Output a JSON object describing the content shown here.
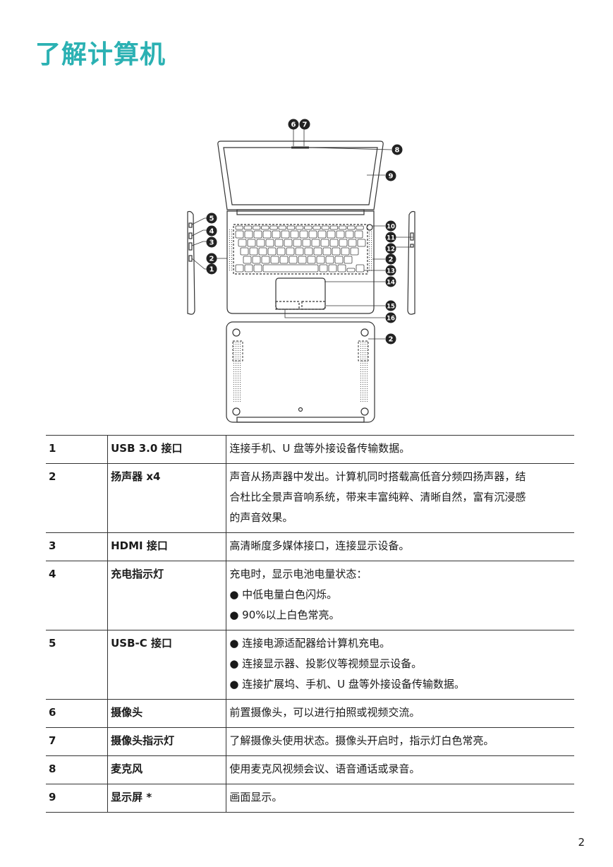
{
  "page": {
    "title": "了解计算机",
    "page_number": "2"
  },
  "diagram": {
    "callouts": [
      "1",
      "2",
      "3",
      "4",
      "5",
      "6",
      "7",
      "8",
      "9",
      "10",
      "11",
      "12",
      "13",
      "14",
      "15",
      "16"
    ]
  },
  "rows": [
    {
      "num": "1",
      "name": "USB 3.0 接口",
      "desc": [
        "连接手机、U 盘等外接设备传输数据。"
      ]
    },
    {
      "num": "2",
      "name": "扬声器 x4",
      "desc": [
        "声音从扬声器中发出。计算机同时搭载高低音分频四扬声器，结",
        "合杜比全景声音响系统，带来丰富纯粹、清晰自然，富有沉浸感",
        "的声音效果。"
      ]
    },
    {
      "num": "3",
      "name": "HDMI 接口",
      "desc": [
        "高清晰度多媒体接口，连接显示设备。"
      ]
    },
    {
      "num": "4",
      "name": "充电指示灯",
      "desc": [
        "充电时，显示电池电量状态：",
        "● 中低电量白色闪烁。",
        "● 90%以上白色常亮。"
      ]
    },
    {
      "num": "5",
      "name": "USB-C 接口",
      "desc": [
        "● 连接电源适配器给计算机充电。",
        "● 连接显示器、投影仪等视频显示设备。",
        "● 连接扩展坞、手机、U 盘等外接设备传输数据。"
      ]
    },
    {
      "num": "6",
      "name": "摄像头",
      "desc": [
        "前置摄像头，可以进行拍照或视频交流。"
      ]
    },
    {
      "num": "7",
      "name": "摄像头指示灯",
      "desc": [
        "了解摄像头使用状态。摄像头开启时，指示灯白色常亮。"
      ]
    },
    {
      "num": "8",
      "name": "麦克风",
      "desc": [
        "使用麦克风视频会议、语音通话或录音。"
      ]
    },
    {
      "num": "9",
      "name": "显示屏 *",
      "desc": [
        "画面显示。"
      ]
    }
  ]
}
